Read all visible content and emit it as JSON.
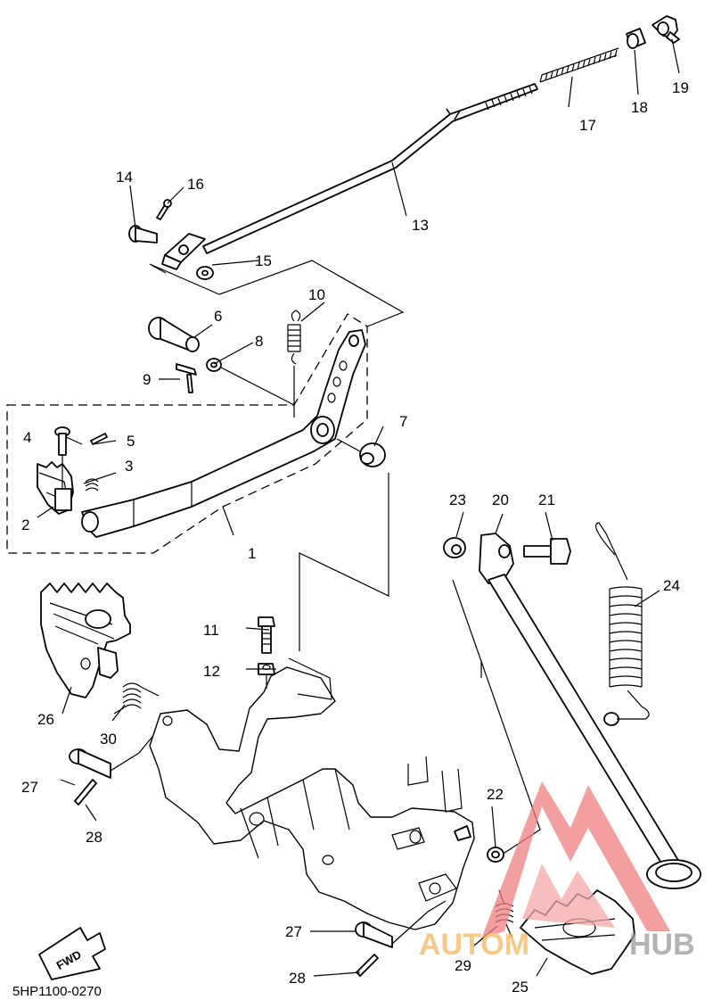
{
  "diagram": {
    "code": "5HP1100-0270",
    "fwd_label": "FWD",
    "callouts": {
      "c1": "1",
      "c2": "2",
      "c3": "3",
      "c4": "4",
      "c5": "5",
      "c6": "6",
      "c7": "7",
      "c8": "8",
      "c9": "9",
      "c10": "10",
      "c11": "11",
      "c12": "12",
      "c13": "13",
      "c14": "14",
      "c15": "15",
      "c16": "16",
      "c17": "17",
      "c18": "18",
      "c19": "19",
      "c20": "20",
      "c21": "21",
      "c22": "22",
      "c23": "23",
      "c24": "24",
      "c25": "25",
      "c26": "26",
      "c27a": "27",
      "c27b": "27",
      "c28a": "28",
      "c28b": "28",
      "c29": "29",
      "c30": "30"
    },
    "watermark": {
      "text_left": "AUTOM",
      "text_right": "HUB",
      "color_logo": "#f08080",
      "color_text": "#f5b860"
    }
  }
}
